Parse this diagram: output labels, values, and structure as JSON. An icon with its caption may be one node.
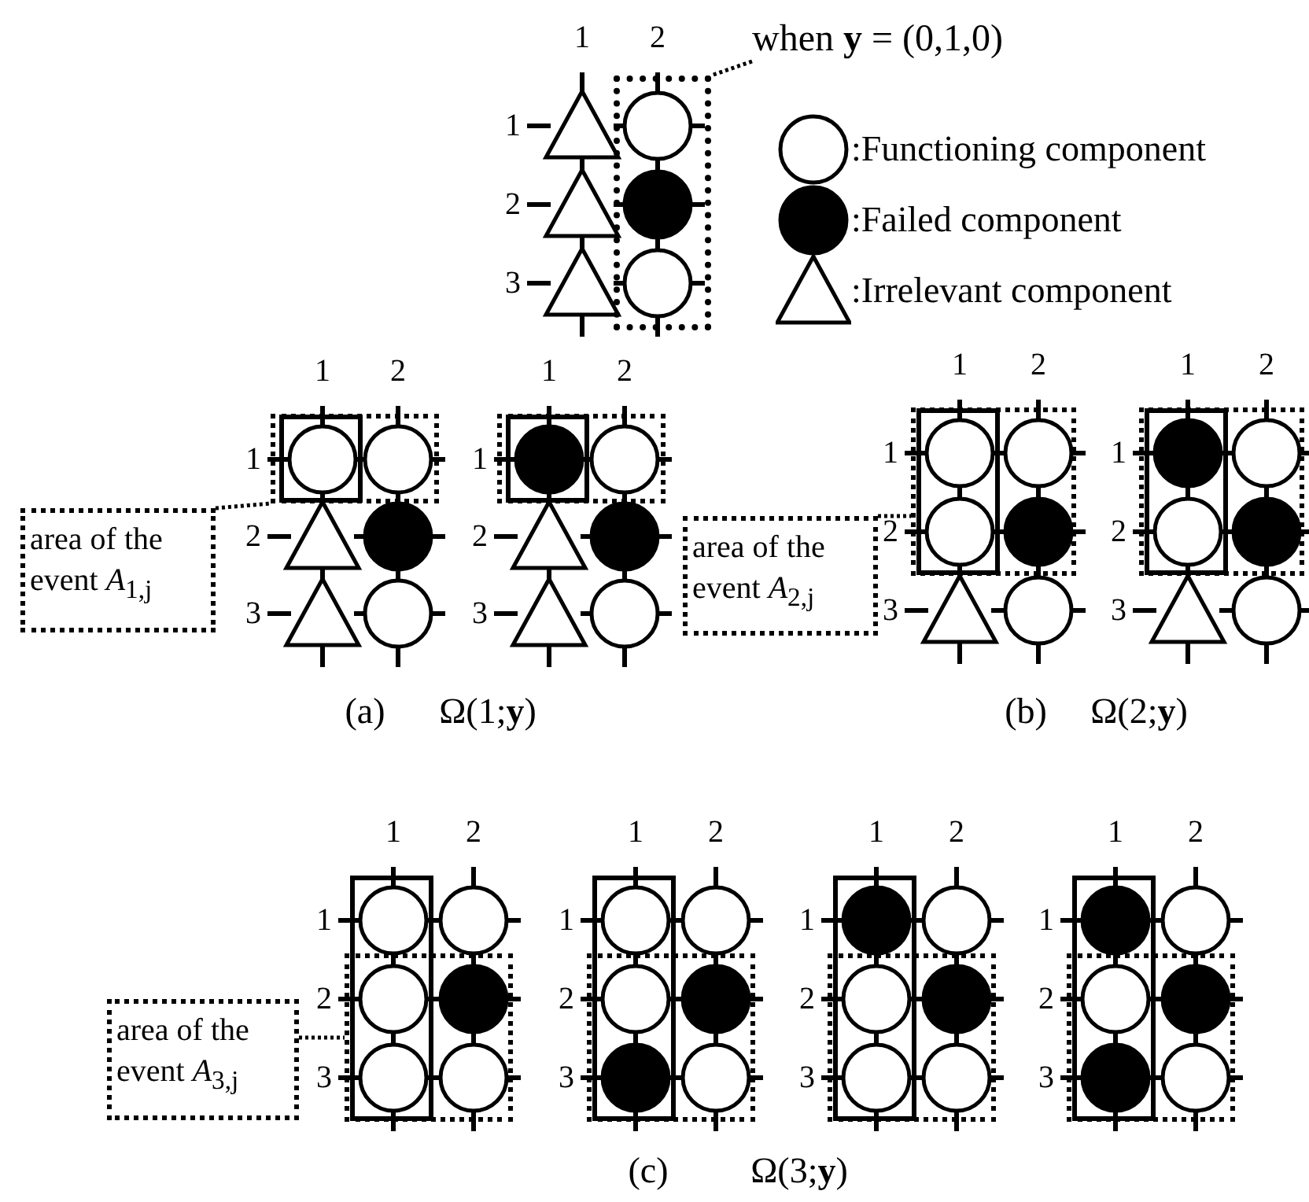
{
  "diagram": {
    "nodes": [
      {
        "text": [
          "when **y** = (0,1,0)"
        ]
      },
      {
        "text": [],
        "shape": "box"
      },
      {
        "text": [
          "area of the event *A*$_{1,j}$"
        ]
      },
      {
        "text": [],
        "shape": "box"
      },
      {
        "text": [],
        "shape": "box"
      },
      {
        "text": [
          "area of the event *A*$_{2,j}$"
        ]
      },
      {
        "text": [],
        "shape": "box"
      },
      {
        "text": [],
        "shape": "box"
      },
      {
        "text": [
          "area of the event *A*$_{3,j}$"
        ]
      },
      {
        "text": [],
        "shape": "box"
      },
      {
        "text": [],
        "shape": "box"
      },
      {
        "text": [],
        "shape": "box"
      },
      {
        "text": [],
        "shape": "box"
      }
    ],
    "edges": [
      {
        "from": 0,
        "to": 1,
        "arrow": "none",
        "style": "dashed"
      },
      {
        "from": 2,
        "to": 3,
        "arrow": "none",
        "style": "dashed"
      },
      {
        "from": 5,
        "to": 6,
        "arrow": "none",
        "style": "dashed"
      },
      {
        "from": 8,
        "to": 9,
        "arrow": "none",
        "style": "dashed"
      }
    ],
    "labels": [
      "1",
      "2",
      "1",
      "2",
      "3",
      "1",
      "2",
      "1",
      "2",
      "3",
      "1",
      "2",
      "1",
      "2",
      "3",
      "1",
      "2",
      "1",
      "2",
      "3",
      "1",
      "2",
      "1",
      "2",
      "3",
      "1",
      "2",
      "1",
      "2",
      "3",
      "1",
      "2",
      "1",
      "2",
      "3",
      "1",
      "2",
      "1",
      "2",
      "3",
      "1",
      "2",
      "1",
      "2",
      "3",
      "(a)",
      "Ω(1;**y**)",
      "(b)",
      "Ω(2;**y**)",
      "(c)",
      "Ω(3;**y**)"
    ],
    "legend": [
      {
        "text": ":Functioning component"
      },
      {
        "text": ":Failed component"
      },
      {
        "text": ":Irrelevant component"
      }
    ]
  }
}
